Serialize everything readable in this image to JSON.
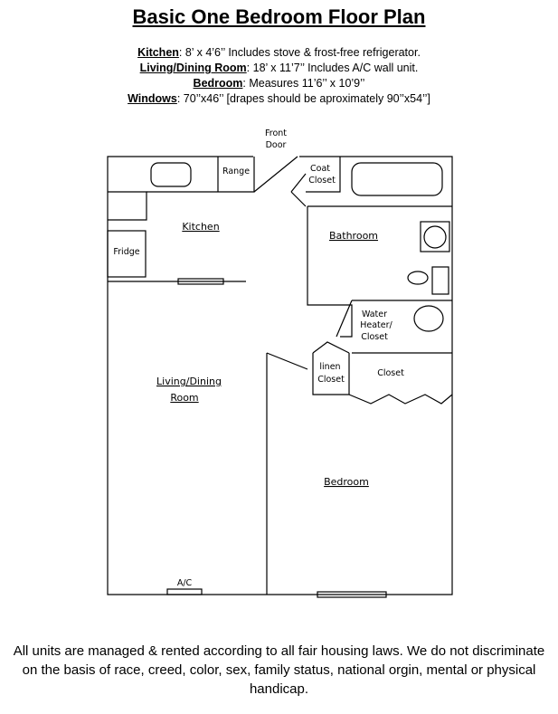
{
  "title": "Basic One Bedroom Floor Plan",
  "specs": [
    {
      "label": "Kitchen",
      "text": ":  8’ x 4’6’’  Includes stove & frost-free refrigerator."
    },
    {
      "label": "Living/Dining Room",
      "text": ":  18’ x 11’7’’  Includes A/C wall unit."
    },
    {
      "label": "Bedroom",
      "text": ": Measures 11’6’’ x 10’9’’"
    },
    {
      "label": "Windows",
      "text": ": 70’’x46’’ [drapes should be aproximately 90’’x54’’]"
    }
  ],
  "plan": {
    "front_door_line1": "Front",
    "front_door_line2": "Door",
    "range": "Range",
    "coat_line1": "Coat",
    "coat_line2": "Closet",
    "kitchen": "Kitchen",
    "fridge": "Fridge",
    "bathroom": "Bathroom",
    "water_line1": "Water",
    "water_line2": "Heater/",
    "water_line3": "Closet",
    "linen_line1": "linen",
    "linen_line2": "Closet",
    "closet": "Closet",
    "living_line1": "Living/Dining",
    "living_line2": "Room",
    "bedroom": "Bedroom",
    "ac": "A/C"
  },
  "footer": {
    "line1": "All units are managed & rented according to all fair housing laws.  We do not discriminate",
    "line2": "on the basis of race, creed, color, sex, family status, national orgin, mental or physical",
    "line3": "handicap."
  }
}
